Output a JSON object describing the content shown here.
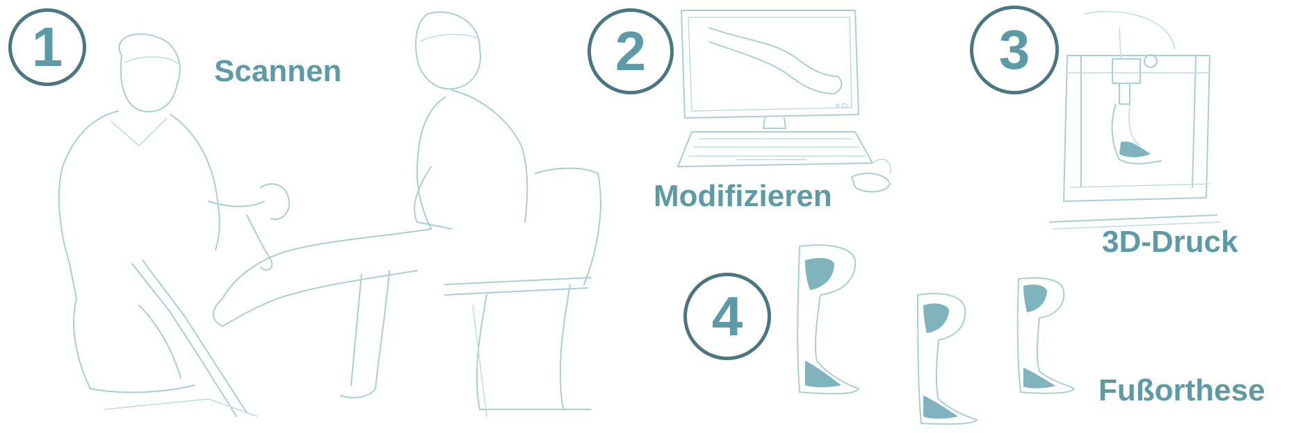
{
  "steps": [
    {
      "number": "1",
      "label": "Scannen"
    },
    {
      "number": "2",
      "label": "Modifizieren"
    },
    {
      "number": "3",
      "label": "3D-Druck"
    },
    {
      "number": "4",
      "label": "Fußorthese"
    }
  ],
  "colors": {
    "circle_border": "#4a7682",
    "text_teal": "#5c9aa6",
    "sketch_line": "#a8ced6",
    "fill_texture": "#7fb4be"
  }
}
